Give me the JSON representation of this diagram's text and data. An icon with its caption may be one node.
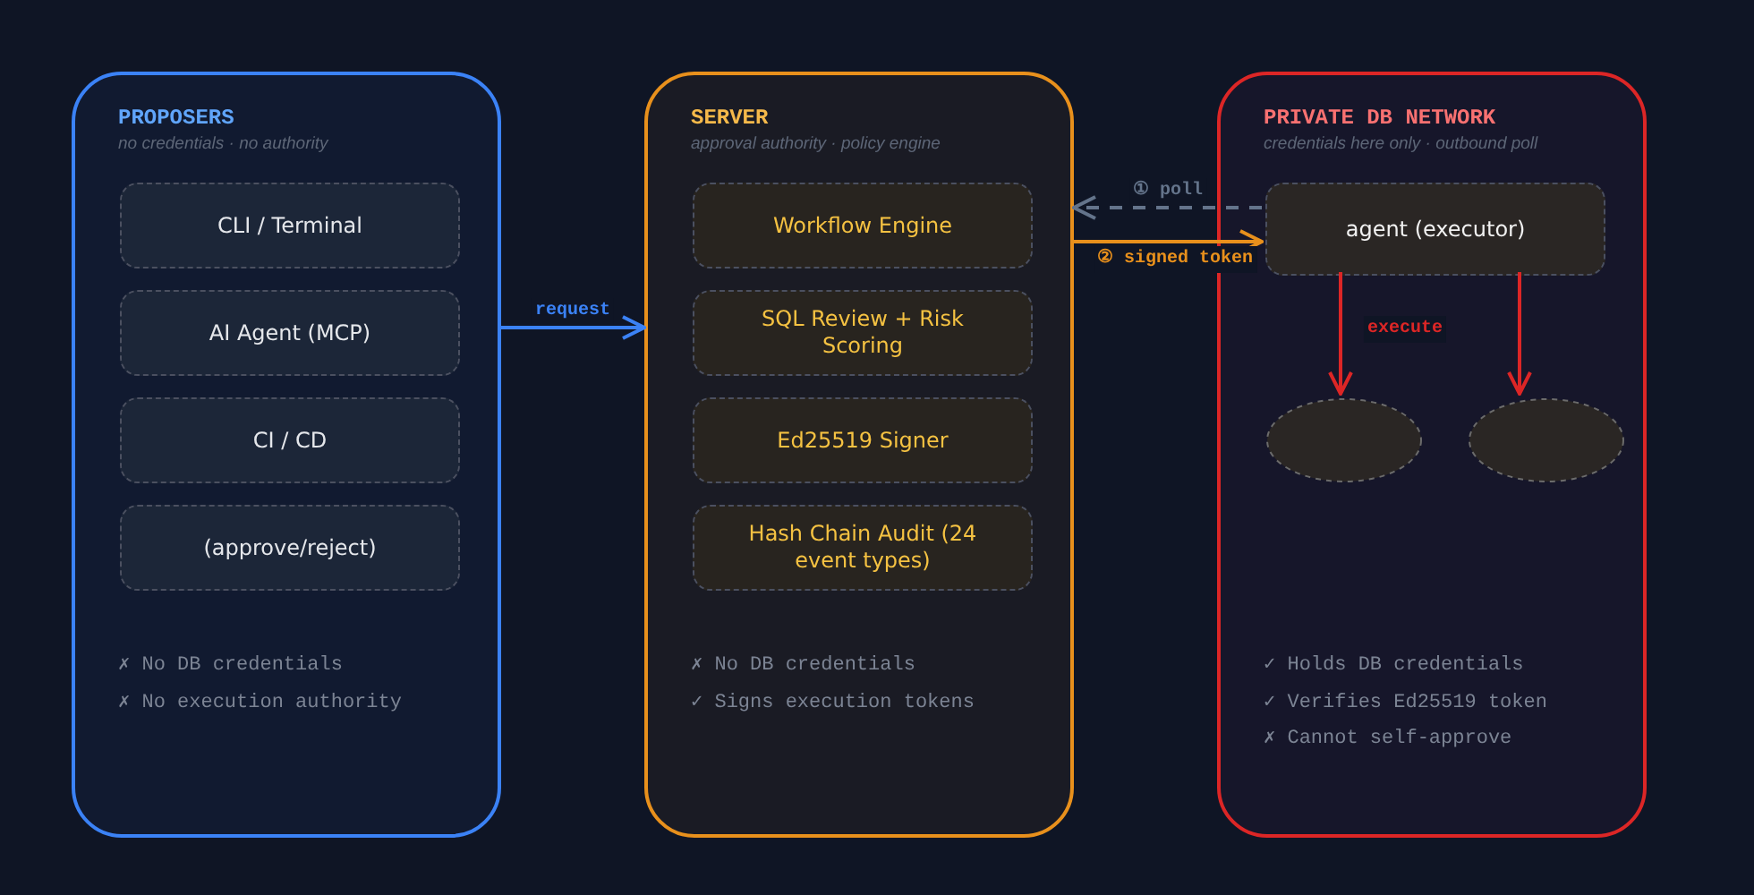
{
  "diagram": {
    "nodes": [
      {
        "text": [
          "PROPOSERS",
          "no credentials · no authority",
          "✗ No DB credentials",
          "✗ No execution authority"
        ]
      },
      {
        "text": [
          "CLI / Terminal"
        ],
        "in": 0
      },
      {
        "text": [
          "AI Agent (MCP)"
        ],
        "in": 0
      },
      {
        "text": [
          "CI / CD"
        ],
        "in": 0
      },
      {
        "text": [
          "(approve/reject)"
        ],
        "in": 0
      },
      {
        "text": [
          "SERVER",
          "approval authority · policy engine",
          "✗ No DB credentials",
          "✓ Signs execution tokens"
        ]
      },
      {
        "text": [
          "Workflow Engine"
        ],
        "in": 5
      },
      {
        "text": [
          "SQL Review + Risk Scoring"
        ],
        "in": 5
      },
      {
        "text": [
          "Ed25519 Signer"
        ],
        "in": 5
      },
      {
        "text": [
          "Hash Chain Audit (24 event types)"
        ],
        "in": 5
      },
      {
        "text": [
          "PRIVATE DB NETWORK",
          "credentials here only · outbound poll",
          "✓ Holds DB credentials",
          "✓ Verifies Ed25519 token",
          "✗ Cannot self-approve"
        ]
      },
      {
        "text": [
          "agent (executor)"
        ],
        "in": 10
      },
      {
        "text": [],
        "shape": "ellipse",
        "in": 10
      },
      {
        "text": [],
        "shape": "ellipse",
        "in": 10
      }
    ],
    "edges": [
      {
        "from": 0,
        "to": 5,
        "arrow": "to",
        "label": "request",
        "color": "#3b82f6"
      },
      {
        "from": 11,
        "to": 5,
        "arrow": "to",
        "label": "① poll",
        "style": "dashed",
        "color": "#64748b"
      },
      {
        "from": 5,
        "to": 11,
        "arrow": "to",
        "label": "② signed token",
        "color": "#e8901c"
      },
      {
        "from": 11,
        "to": 12,
        "arrow": "to",
        "label": "execute",
        "color": "#dc2626"
      },
      {
        "from": 11,
        "to": 13,
        "arrow": "to",
        "color": "#dc2626"
      }
    ]
  }
}
